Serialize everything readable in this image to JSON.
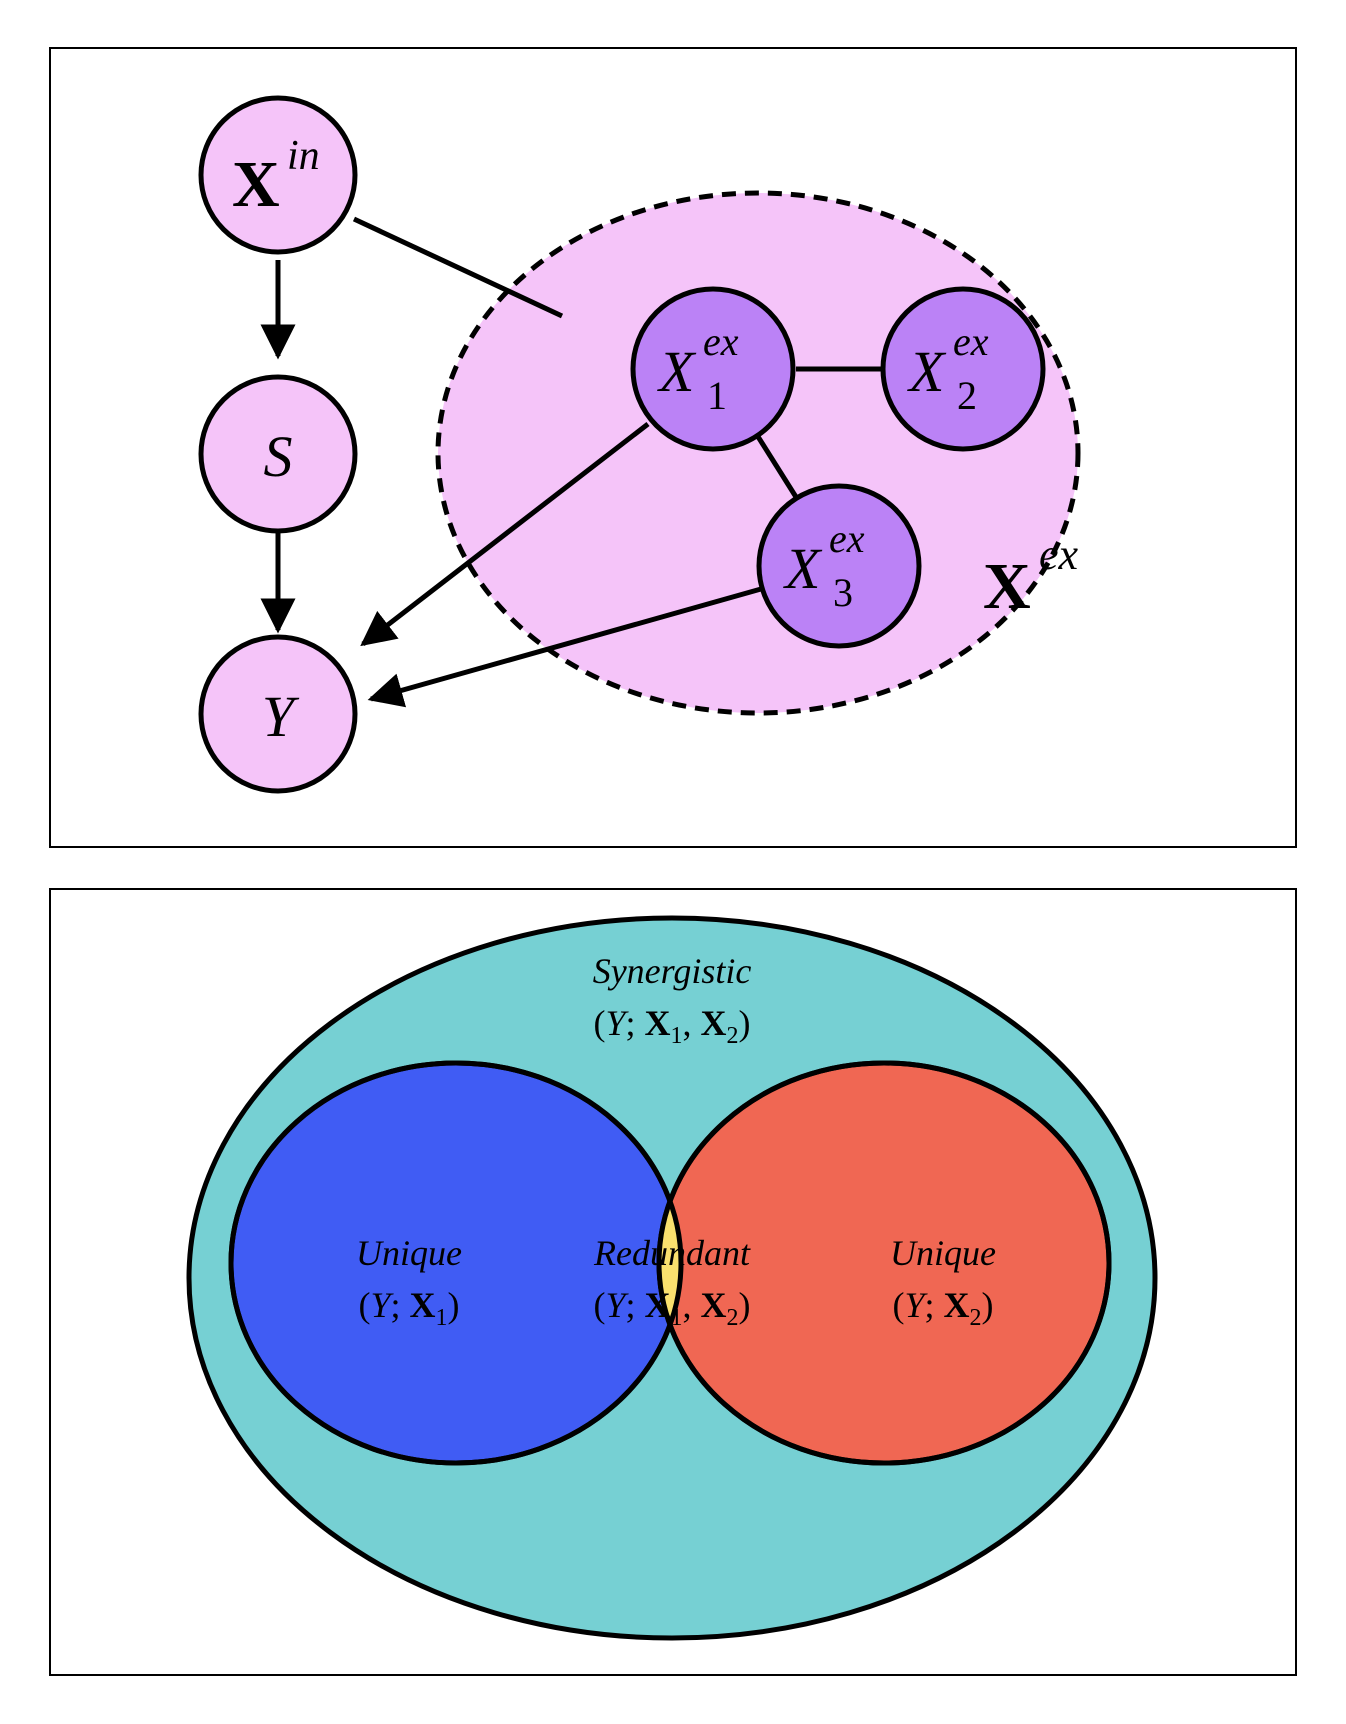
{
  "colors": {
    "node_pink": "#f5c4f9",
    "node_purple": "#bb82f6",
    "region_pink": "#f5c4f9",
    "outer_teal": "#76d0d3",
    "left_blue": "#405cf4",
    "right_red": "#f06753",
    "center_yellow": "#f9e06e",
    "stroke": "#000000"
  },
  "graph": {
    "nodes": {
      "xin": {
        "base": "X",
        "sup": "in"
      },
      "s": {
        "base": "S"
      },
      "y": {
        "base": "Y"
      },
      "x1ex": {
        "base": "X",
        "sub": "1",
        "sup": "ex"
      },
      "x2ex": {
        "base": "X",
        "sub": "2",
        "sup": "ex"
      },
      "x3ex": {
        "base": "X",
        "sub": "3",
        "sup": "ex"
      }
    },
    "group_label": {
      "base": "X",
      "sup": "ex"
    }
  },
  "venn": {
    "synergistic": {
      "title": "Synergistic",
      "y": "Y",
      "sep": "; ",
      "x1": "X",
      "s1": "1",
      "comma": ", ",
      "x2": "X",
      "s2": "2"
    },
    "unique1": {
      "title": "Unique",
      "y": "Y",
      "sep": "; ",
      "x": "X",
      "s": "1"
    },
    "redundant": {
      "title": "Redundant",
      "y": "Y",
      "sep": "; ",
      "x1": "X",
      "s1": "1",
      "comma": ", ",
      "x2": "X",
      "s2": "2"
    },
    "unique2": {
      "title": "Unique",
      "y": "Y",
      "sep": "; ",
      "x": "X",
      "s": "2"
    }
  }
}
